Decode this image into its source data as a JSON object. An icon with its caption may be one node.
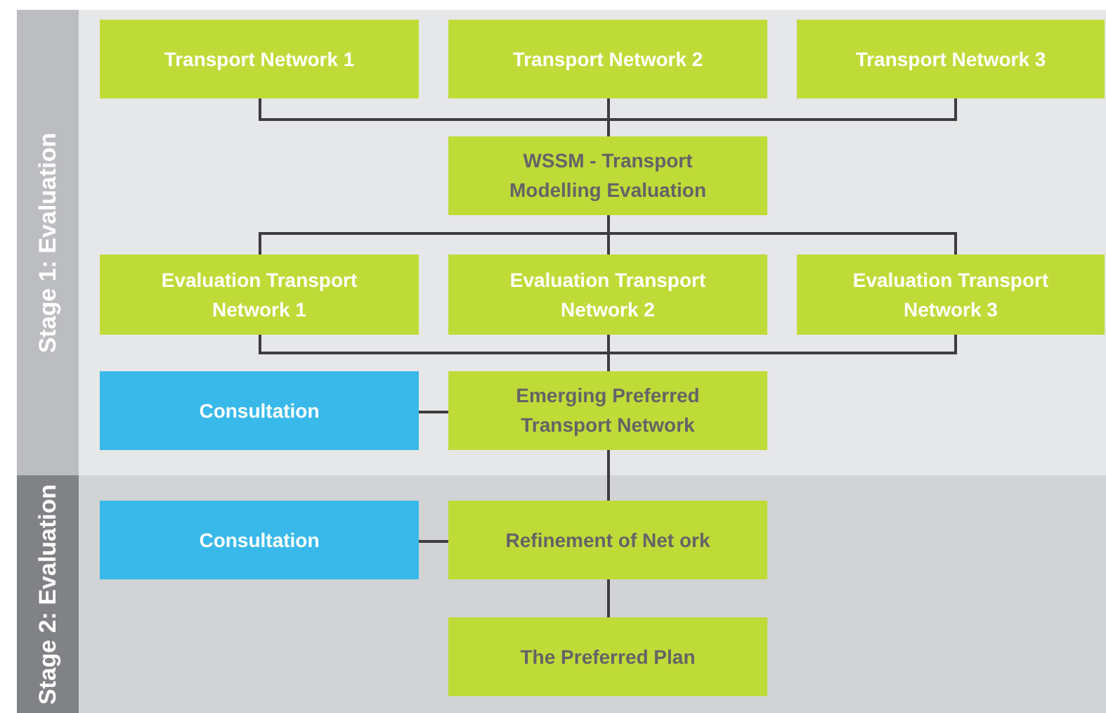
{
  "diagram": {
    "nodes": [
      {
        "text": [
          "Stage 1: Evaluation"
        ]
      },
      {
        "text": [
          "Transport Network 1"
        ],
        "in": 0
      },
      {
        "text": [
          "Transport Network 2"
        ],
        "in": 0
      },
      {
        "text": [
          "Transport Network 3"
        ],
        "in": 0
      },
      {
        "text": [
          "WSSM - Transport Modelling Evaluation"
        ],
        "in": 0
      },
      {
        "text": [
          "Evaluation Transport Network 1"
        ],
        "in": 0
      },
      {
        "text": [
          "Evaluation Transport Network 2"
        ],
        "in": 0
      },
      {
        "text": [
          "Evaluation Transport Network 3"
        ],
        "in": 0
      },
      {
        "text": [
          "Consultation"
        ],
        "in": 0
      },
      {
        "text": [
          "Emerging Preferred Transport Network"
        ],
        "in": 0
      },
      {
        "text": [
          "Stage 2: Evaluation"
        ]
      },
      {
        "text": [
          "Consultation"
        ],
        "in": 10
      },
      {
        "text": [
          "Refinement of Net ork"
        ],
        "in": 10
      },
      {
        "text": [
          "The Preferred Plan"
        ],
        "in": 10
      }
    ],
    "edges": [
      {
        "from": 1,
        "to": 4,
        "arrow": "none"
      },
      {
        "from": 2,
        "to": 4,
        "arrow": "none"
      },
      {
        "from": 3,
        "to": 4,
        "arrow": "none"
      },
      {
        "from": 4,
        "to": 5,
        "arrow": "none"
      },
      {
        "from": 4,
        "to": 6,
        "arrow": "none"
      },
      {
        "from": 4,
        "to": 7,
        "arrow": "none"
      },
      {
        "from": 5,
        "to": 9,
        "arrow": "none"
      },
      {
        "from": 6,
        "to": 9,
        "arrow": "none"
      },
      {
        "from": 7,
        "to": 9,
        "arrow": "none"
      },
      {
        "from": 8,
        "to": 9,
        "arrow": "none"
      },
      {
        "from": 9,
        "to": 12,
        "arrow": "none"
      },
      {
        "from": 11,
        "to": 12,
        "arrow": "none"
      },
      {
        "from": 12,
        "to": 13,
        "arrow": "none"
      }
    ]
  }
}
